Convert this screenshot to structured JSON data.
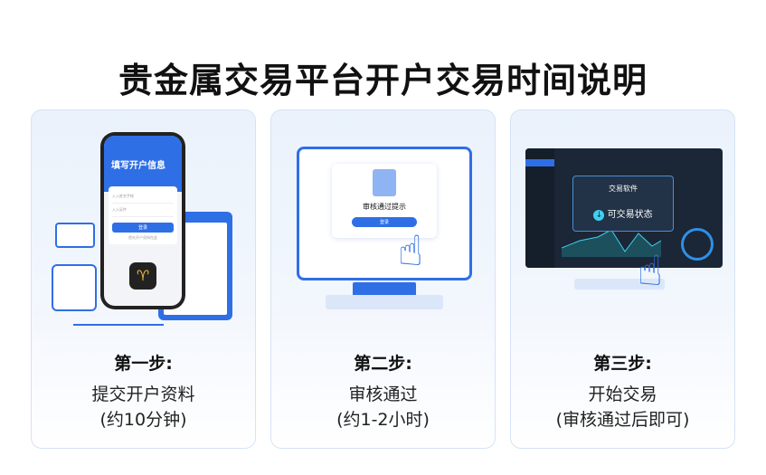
{
  "title": "贵金属交易平台开户交易时间说明",
  "steps": [
    {
      "heading": "第一步:",
      "text": "提交开户资料",
      "duration": "(约10分钟)",
      "illustration": {
        "phone_header": "填写开户信息",
        "field1": "入入姓名手帐",
        "field2": "入入证件",
        "button": "登录",
        "link": "首先开户须知在此"
      }
    },
    {
      "heading": "第二步:",
      "text": "审核通过",
      "duration": "(约1-2小时)",
      "illustration": {
        "dialog_title": "审核通过提示",
        "button": "登录"
      }
    },
    {
      "heading": "第三步:",
      "text": "开始交易",
      "duration": "(审核通过后即可)",
      "illustration": {
        "popup_title": "交易软件",
        "status": "可交易状态"
      }
    }
  ],
  "colors": {
    "accent": "#2f6fe6",
    "dark_panel": "#1b2636",
    "status": "#3fd0f0"
  }
}
